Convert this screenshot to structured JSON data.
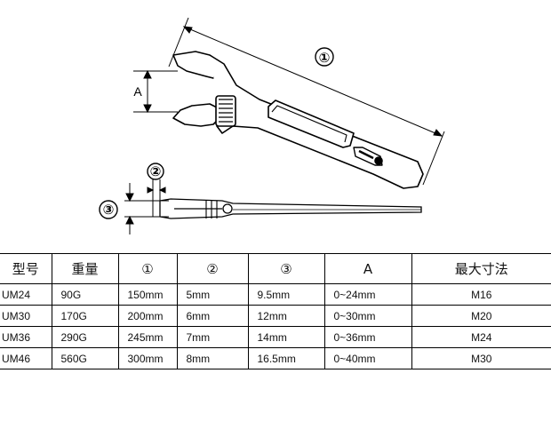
{
  "diagram": {
    "callouts": {
      "length": "①",
      "jaw_width": "②",
      "thickness": "③"
    },
    "dimension_label": "A"
  },
  "spec_table": {
    "headers": [
      "型号",
      "重量",
      "①",
      "②",
      "③",
      "A",
      "最大寸法"
    ],
    "rows": [
      [
        "UM24",
        "90G",
        "150mm",
        "5mm",
        "9.5mm",
        "0~24mm",
        "M16"
      ],
      [
        "UM30",
        "170G",
        "200mm",
        "6mm",
        "12mm",
        "0~30mm",
        "M20"
      ],
      [
        "UM36",
        "290G",
        "245mm",
        "7mm",
        "14mm",
        "0~36mm",
        "M24"
      ],
      [
        "UM46",
        "560G",
        "300mm",
        "8mm",
        "16.5mm",
        "0~40mm",
        "M30"
      ]
    ]
  }
}
